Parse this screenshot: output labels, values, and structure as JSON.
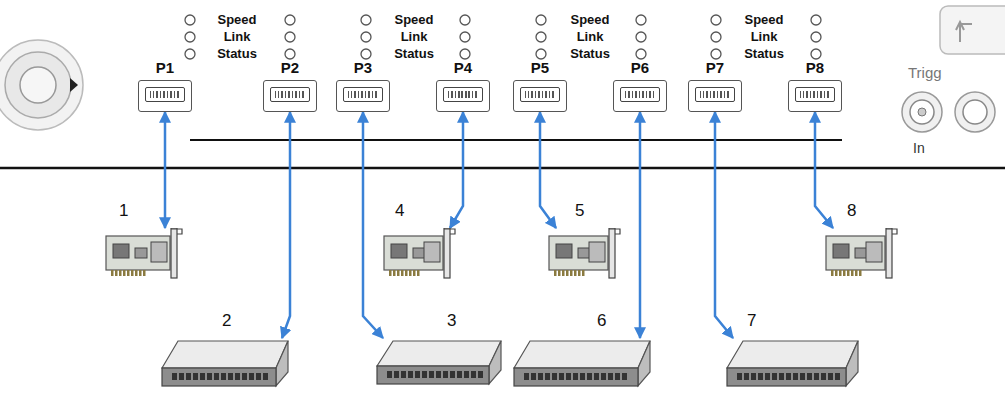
{
  "diagram": {
    "nodes": [
      {
        "text": [
          "P1"
        ]
      },
      {
        "text": [
          "P2"
        ]
      },
      {
        "text": [
          "P3"
        ]
      },
      {
        "text": [
          "P4"
        ]
      },
      {
        "text": [
          "P5"
        ]
      },
      {
        "text": [
          "P6"
        ]
      },
      {
        "text": [
          "P7"
        ]
      },
      {
        "text": [
          "P8"
        ]
      },
      {
        "text": [
          "1"
        ]
      },
      {
        "text": [
          "2"
        ]
      },
      {
        "text": [
          "3"
        ]
      },
      {
        "text": [
          "4"
        ]
      },
      {
        "text": [
          "5"
        ]
      },
      {
        "text": [
          "6"
        ]
      },
      {
        "text": [
          "7"
        ]
      },
      {
        "text": [
          "8"
        ]
      }
    ],
    "edges": [
      {
        "from": 0,
        "to": 8,
        "arrow": "both"
      },
      {
        "from": 1,
        "to": 9,
        "arrow": "both"
      },
      {
        "from": 2,
        "to": 10,
        "arrow": "both"
      },
      {
        "from": 3,
        "to": 11,
        "arrow": "both"
      },
      {
        "from": 4,
        "to": 12,
        "arrow": "both"
      },
      {
        "from": 5,
        "to": 13,
        "arrow": "both"
      },
      {
        "from": 6,
        "to": 14,
        "arrow": "both"
      },
      {
        "from": 7,
        "to": 15,
        "arrow": "both"
      }
    ],
    "labels": [
      "Speed",
      "Link",
      "Status",
      "Speed",
      "Link",
      "Status",
      "Speed",
      "Link",
      "Status",
      "Speed",
      "Link",
      "Status",
      "Trigg",
      "In"
    ]
  }
}
